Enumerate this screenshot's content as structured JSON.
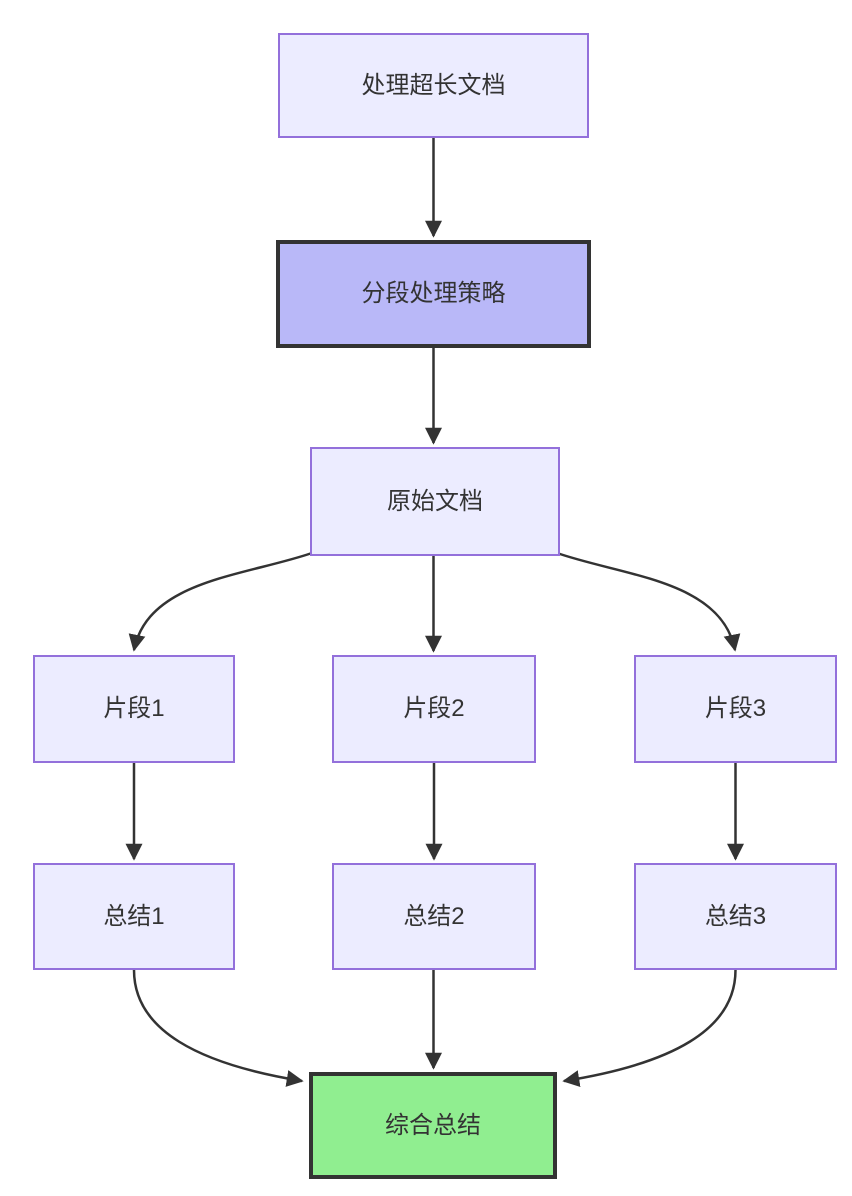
{
  "diagram": {
    "kind": "flowchart",
    "direction": "top-down",
    "nodes": [
      {
        "id": "doc",
        "label": "处理超长文档",
        "style_role": "default"
      },
      {
        "id": "strategy",
        "label": "分段处理策略",
        "style_role": "emphasis"
      },
      {
        "id": "original",
        "label": "原始文档",
        "style_role": "default"
      },
      {
        "id": "frag1",
        "label": "片段1",
        "style_role": "default"
      },
      {
        "id": "frag2",
        "label": "片段2",
        "style_role": "default"
      },
      {
        "id": "frag3",
        "label": "片段3",
        "style_role": "default"
      },
      {
        "id": "sum1",
        "label": "总结1",
        "style_role": "default"
      },
      {
        "id": "sum2",
        "label": "总结2",
        "style_role": "default"
      },
      {
        "id": "sum3",
        "label": "总结3",
        "style_role": "default"
      },
      {
        "id": "final",
        "label": "综合总结",
        "style_role": "success"
      }
    ],
    "edges": [
      {
        "from": "doc",
        "to": "strategy"
      },
      {
        "from": "strategy",
        "to": "original"
      },
      {
        "from": "original",
        "to": "frag1"
      },
      {
        "from": "original",
        "to": "frag2"
      },
      {
        "from": "original",
        "to": "frag3"
      },
      {
        "from": "frag1",
        "to": "sum1"
      },
      {
        "from": "frag2",
        "to": "sum2"
      },
      {
        "from": "frag3",
        "to": "sum3"
      },
      {
        "from": "sum1",
        "to": "final"
      },
      {
        "from": "sum2",
        "to": "final"
      },
      {
        "from": "sum3",
        "to": "final"
      }
    ],
    "styles": {
      "default": {
        "fill": "#ECECFF",
        "stroke": "#9370DB",
        "strokeWidth": "2px"
      },
      "emphasis": {
        "fill": "#B9B8F8",
        "stroke": "#333333",
        "strokeWidth": "4px"
      },
      "success": {
        "fill": "#90EE90",
        "stroke": "#333333",
        "strokeWidth": "4px"
      }
    },
    "colors": {
      "edge_stroke": "#333333",
      "text": "#333333",
      "background": "#FFFFFF"
    }
  }
}
